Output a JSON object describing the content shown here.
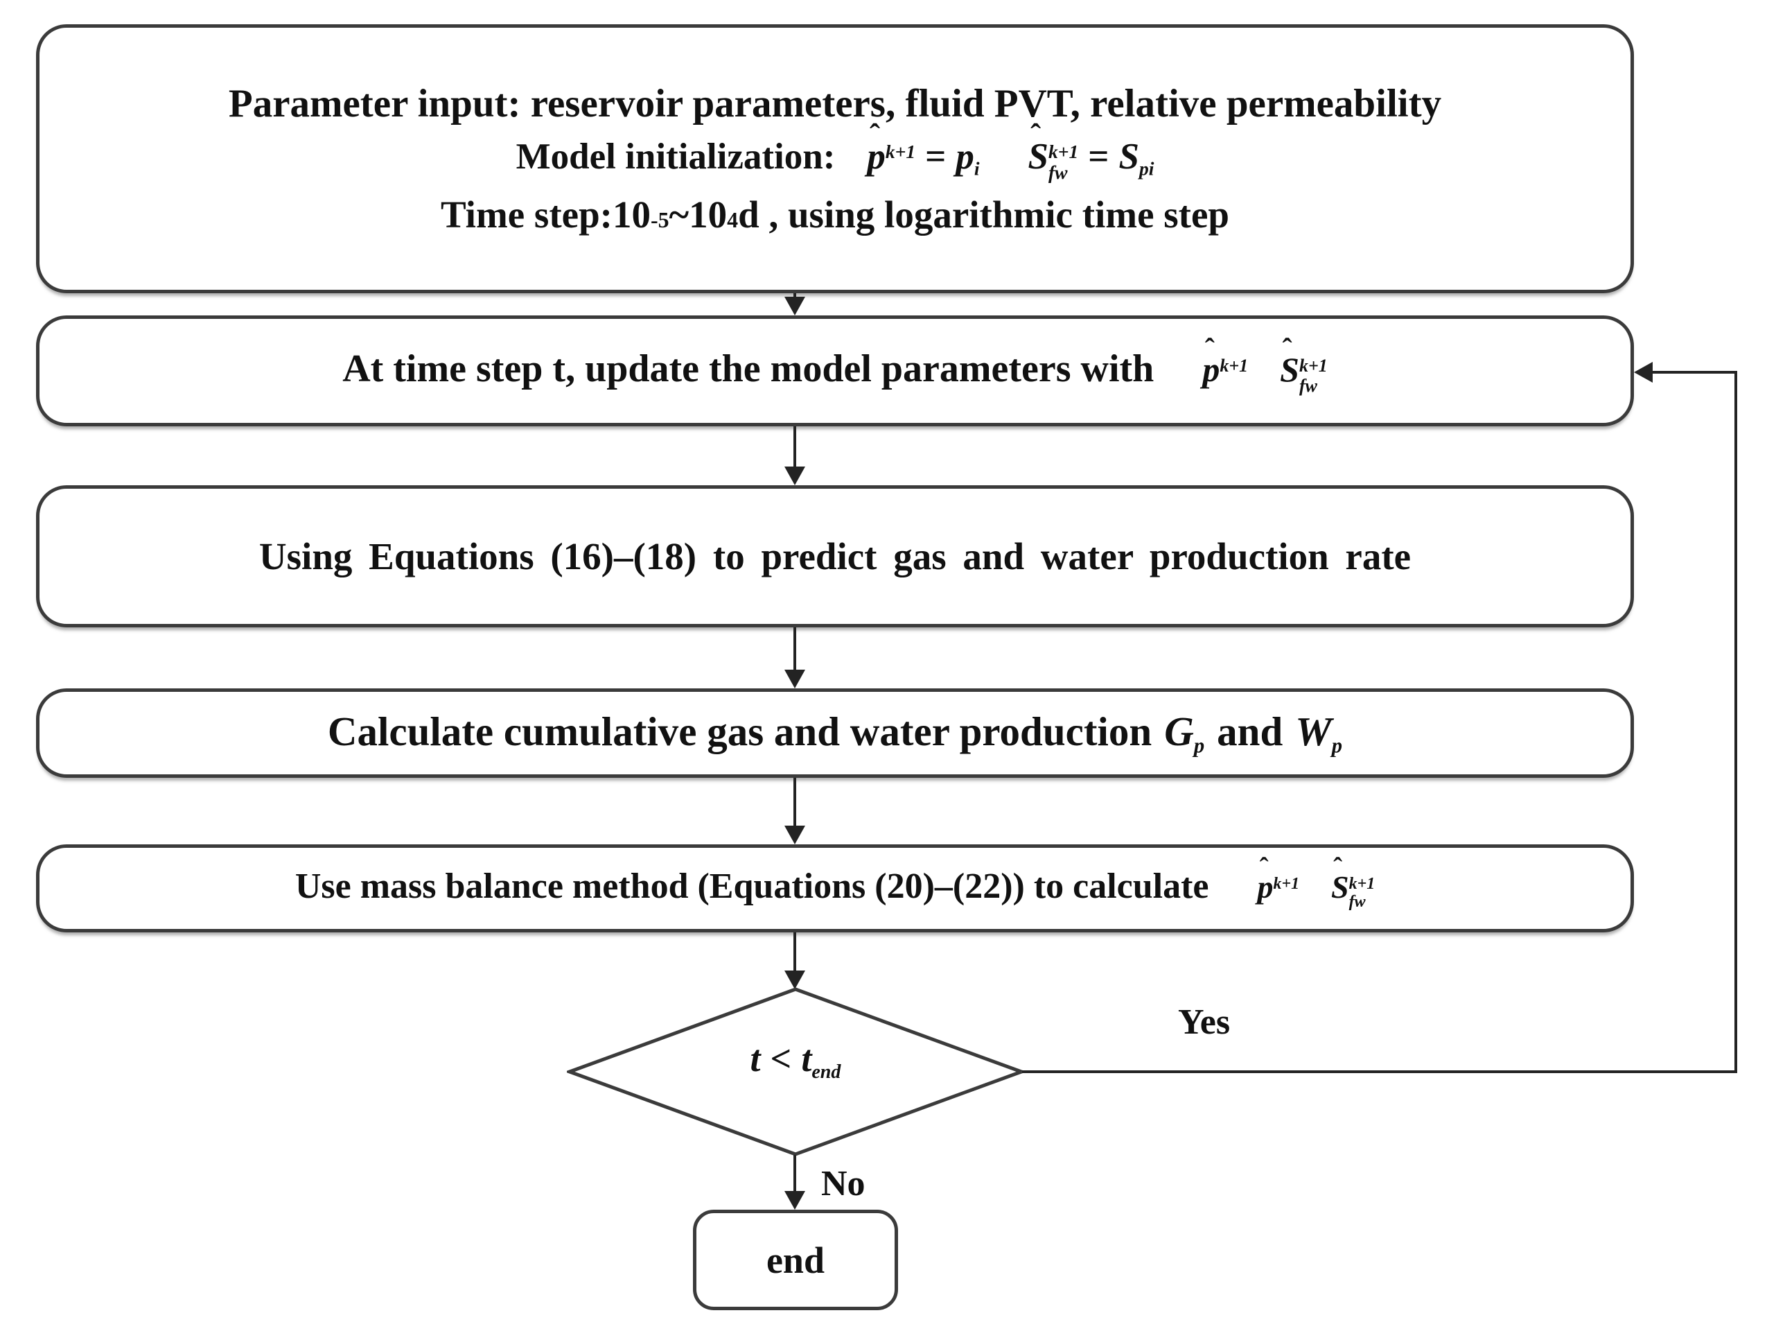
{
  "diagram": {
    "boxes": {
      "parameter_input": {
        "line1": "Parameter input: reservoir parameters, fluid PVT, relative permeability",
        "line2_label": "Model initialization:",
        "line3": {
          "prefix": "Time step:10",
          "sup1": "-5",
          "mid": "~10",
          "sup2": "4",
          "suffix": "d , using logarithmic time step"
        }
      },
      "update_model": {
        "prefix": "At time step t, update the model parameters with"
      },
      "predict_rate": {
        "text": "Using Equations (16)–(18) to predict gas and water production rate"
      },
      "cumulative": {
        "prefix": "Calculate cumulative gas and water production",
        "and": "and"
      },
      "mass_balance": {
        "prefix": "Use mass balance method (Equations (20)–(22)) to calculate"
      }
    },
    "math": {
      "p_next": {
        "hat": "ˆ",
        "base": "p",
        "sup": "k+1"
      },
      "p_init": {
        "base": "p",
        "sub": "i"
      },
      "s_next": {
        "hat": "ˆ",
        "base": "S",
        "sup": "k+1",
        "sub": "fw"
      },
      "s_init": {
        "base": "S",
        "sub": "pi"
      },
      "g_p": {
        "base": "G",
        "sub": "p"
      },
      "w_p": {
        "base": "W",
        "sub": "p"
      },
      "equals": "="
    },
    "decision": {
      "lhs": "t",
      "op": "<",
      "rhs_base": "t",
      "rhs_sub": "end"
    },
    "labels": {
      "yes": "Yes",
      "no": "No",
      "end": "end"
    },
    "colors": {
      "line": "#3b3b3b",
      "arrow": "#232323",
      "text": "#111111",
      "background": "#ffffff"
    }
  }
}
